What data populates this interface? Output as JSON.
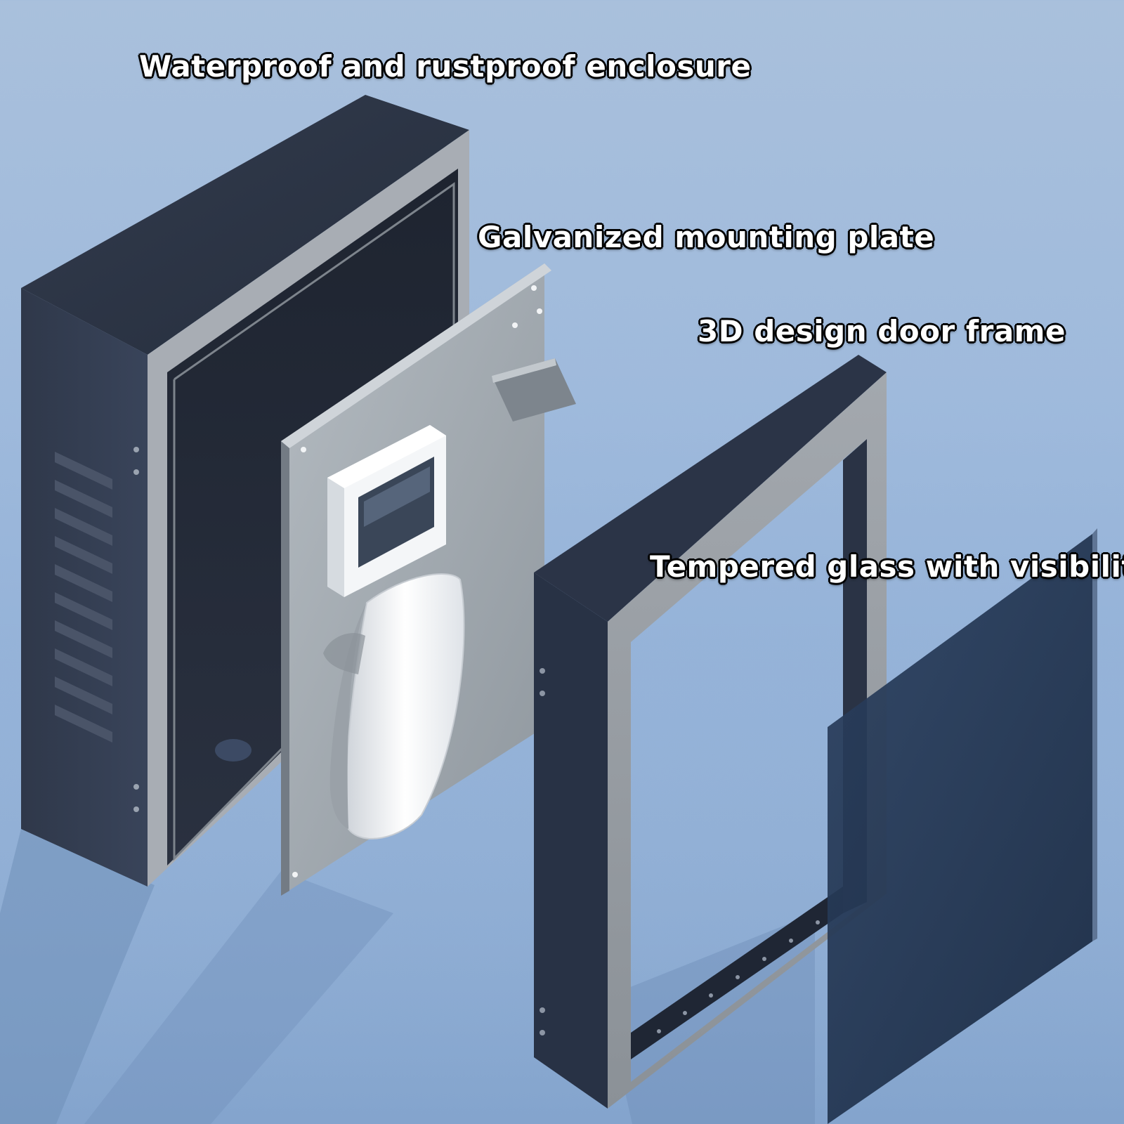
{
  "callouts": {
    "enclosure": "Waterproof and rustproof enclosure",
    "mounting_plate": "Galvanized mounting plate",
    "door_frame": "3D design door frame",
    "glass": "Tempered glass with visibility"
  },
  "icons": {
    "enclosure": "steel-enclosure-box",
    "plate": "mounting-plate",
    "breaker_box": "breaker-box",
    "meter": "meter-device",
    "frame": "door-frame",
    "glass": "glass-pane"
  },
  "colors": {
    "background": "#9fbadc",
    "steel_dark": "#2c3446",
    "steel_edge": "#a8adb4",
    "plate": "#a3aab0",
    "glass": "#243650",
    "label_text": "#ffffff"
  }
}
